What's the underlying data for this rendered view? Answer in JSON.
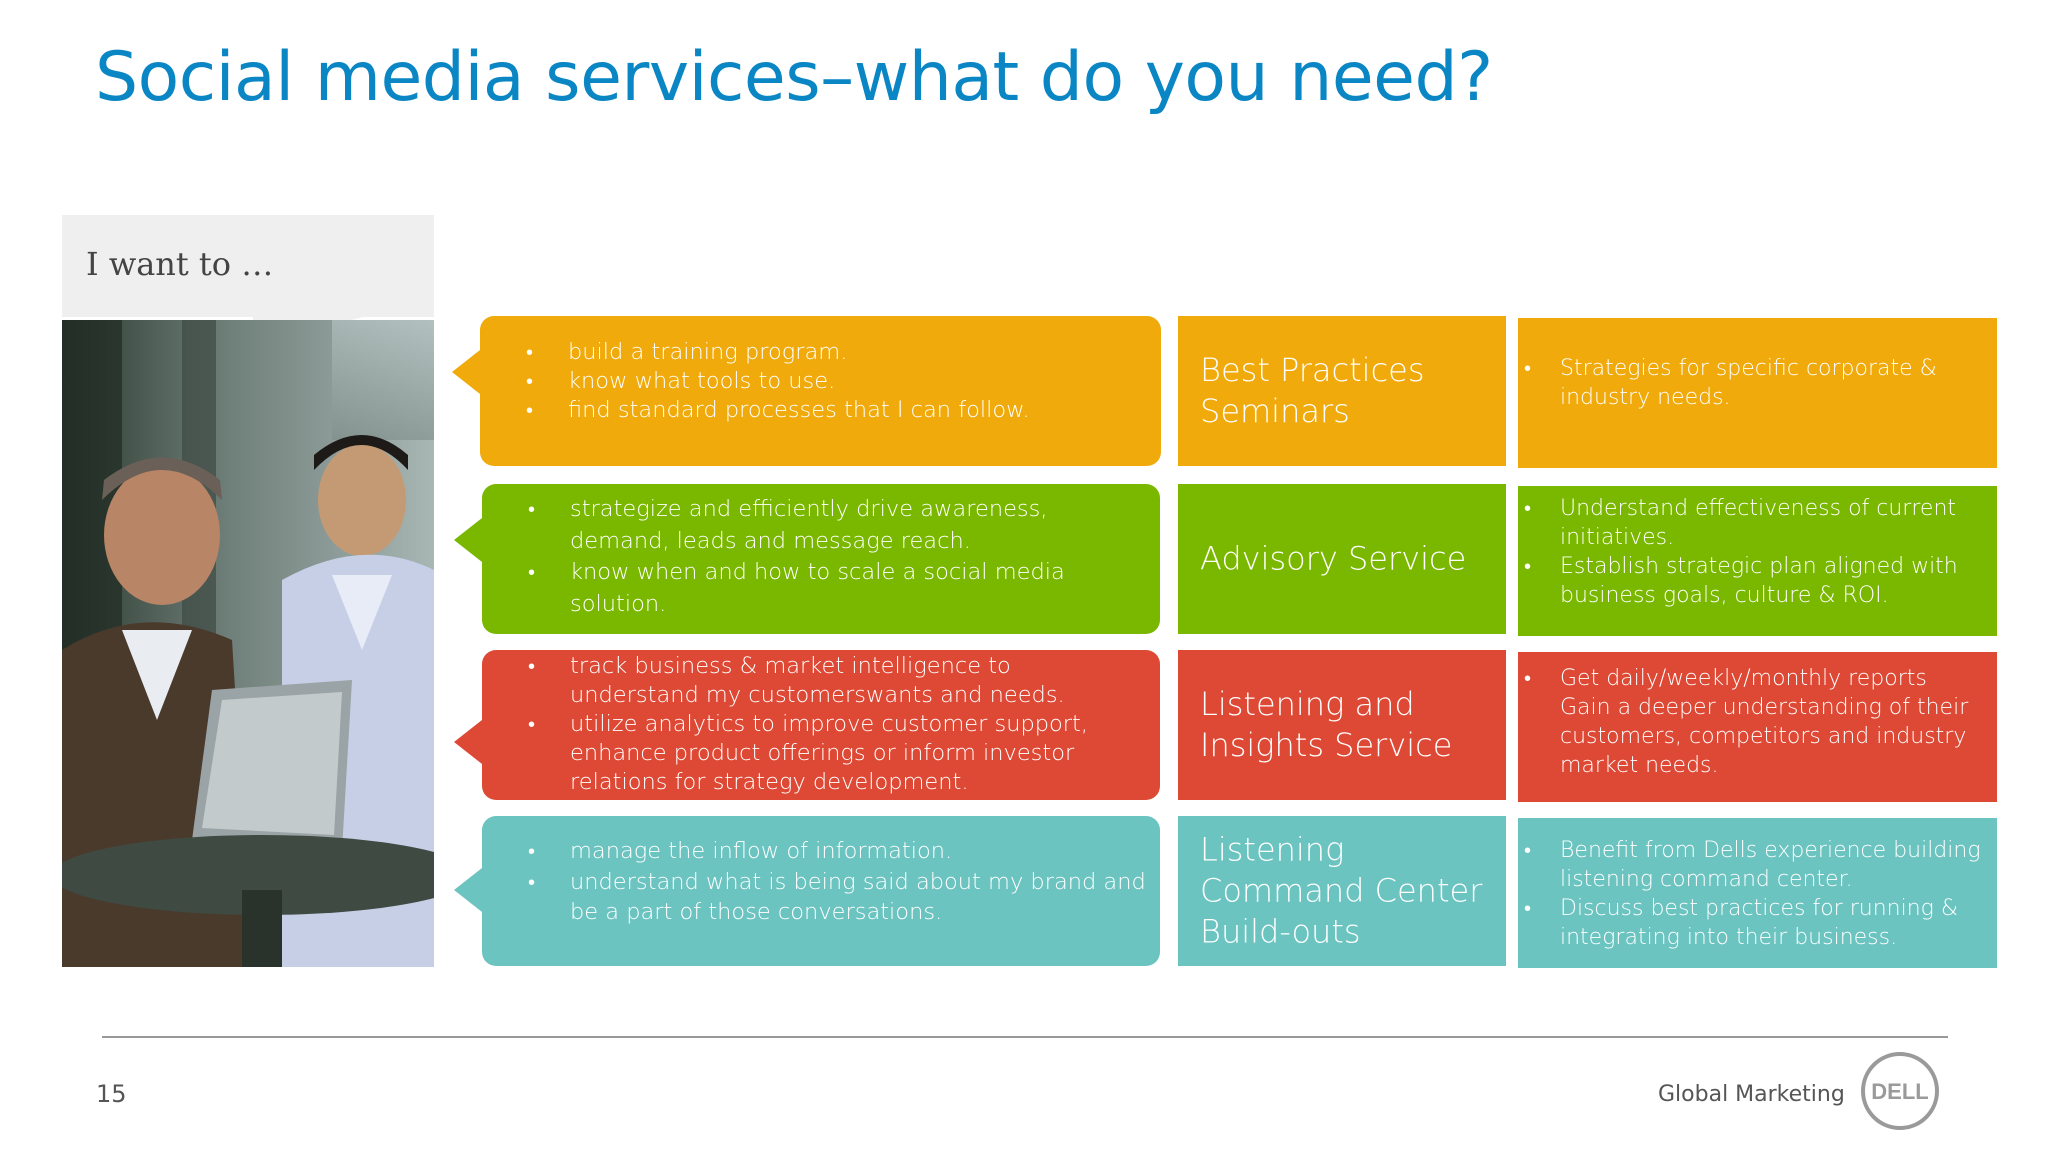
{
  "title": "Social media services–what do you need?",
  "intro": {
    "label": "I want to …"
  },
  "rows": [
    {
      "color": "#f0aa0b",
      "needs": [
        "build a training program.",
        "know what tools to use.",
        "find standard processes that I can follow."
      ],
      "service": "Best Practices Seminars",
      "details": [
        "Strategies for specific corporate & industry needs."
      ]
    },
    {
      "color": "#7ab800",
      "needs": [
        "strategize and efficiently drive awareness, demand, leads and message reach.",
        "know when and how to scale a social media solution."
      ],
      "service": "Advisory Service",
      "details": [
        "Understand effectiveness of current initiatives.",
        "Establish strategic plan aligned with business goals, culture & ROI."
      ]
    },
    {
      "color": "#de4935",
      "needs": [
        "track business & market intelligence to understand my customerswants and needs.",
        "utilize analytics to improve customer support, enhance product offerings or inform investor relations for strategy development."
      ],
      "service": "Listening and Insights Service",
      "details": [
        "Get daily/weekly/monthly reports Gain a deeper understanding of their customers, competitors and industry market needs."
      ]
    },
    {
      "color": "#6cc4c1",
      "needs": [
        "manage the inflow of information.",
        "understand what is being said about my brand and be a part of those conversations."
      ],
      "service": "Listening Command Center Build-outs",
      "details": [
        "Benefit from Dells experience building listening command center.",
        "Discuss best practices for running & integrating into their business."
      ]
    }
  ],
  "footer": {
    "page_number": "15",
    "label": "Global Marketing",
    "logo_text": "DELL"
  }
}
